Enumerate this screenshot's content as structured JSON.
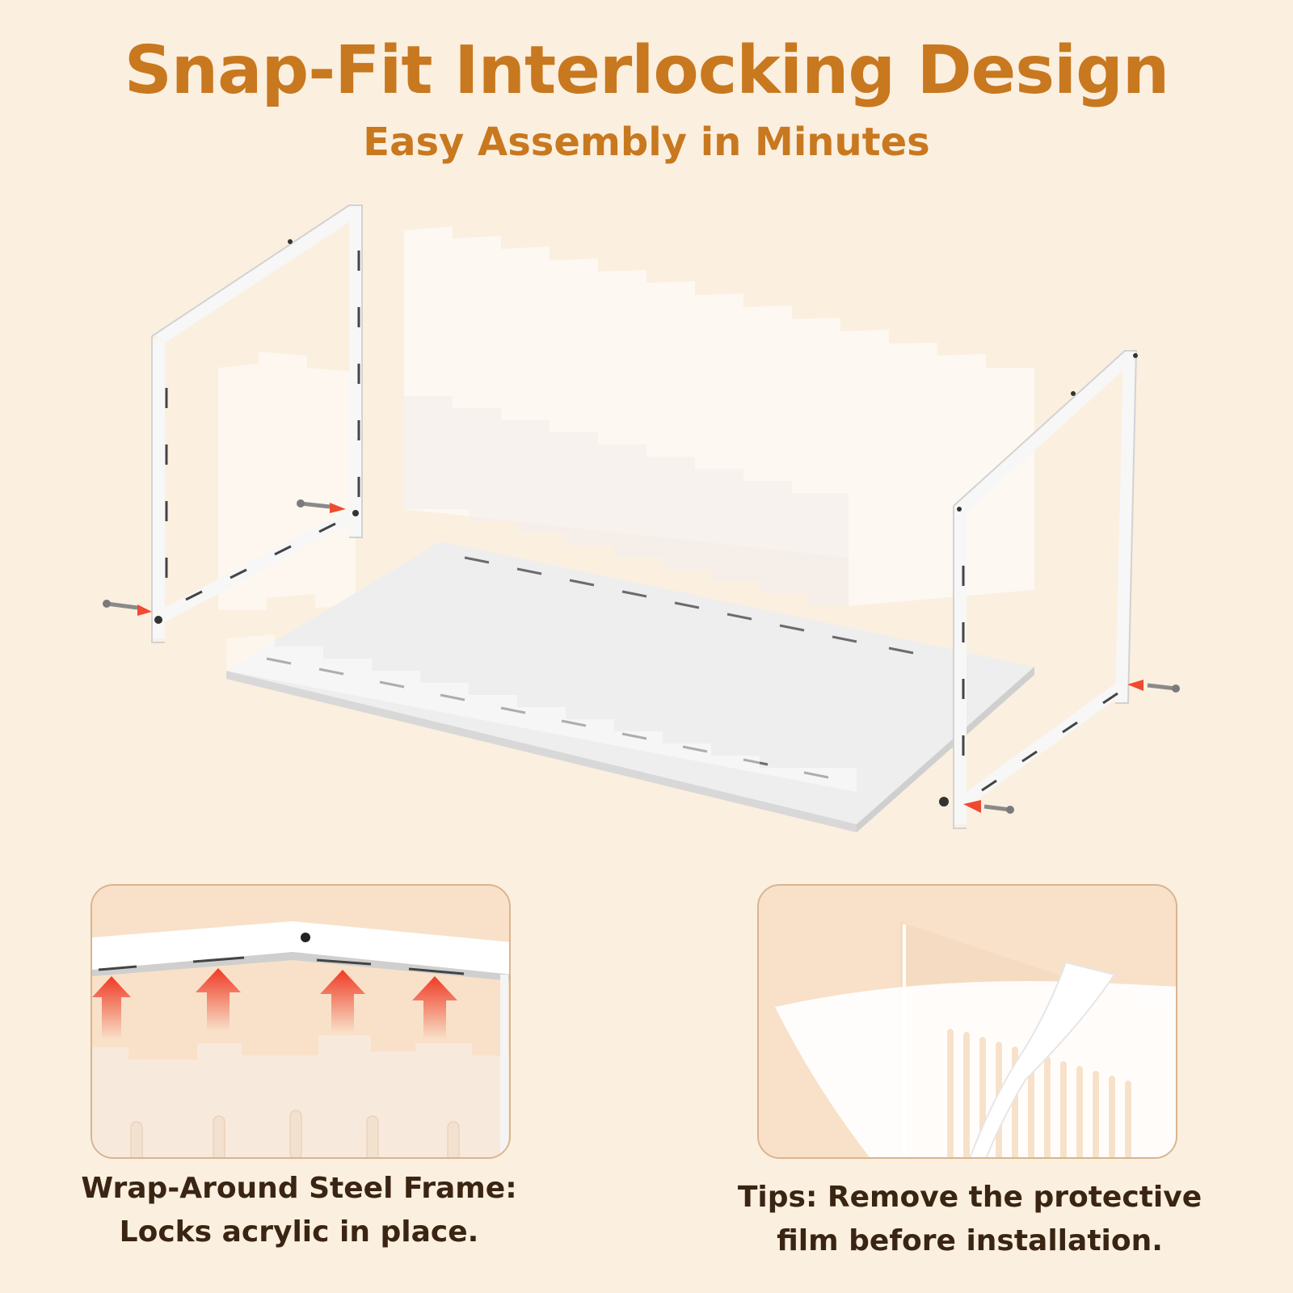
{
  "header": {
    "title": "Snap-Fit Interlocking Design",
    "subtitle": "Easy Assembly in Minutes"
  },
  "colors": {
    "background": "#fbefdf",
    "accent": "#c8781f",
    "caption_text": "#3a2412",
    "arrow": "#ef4a32"
  },
  "features": [
    {
      "image": "steel-frame-closeup",
      "caption_line1": "Wrap-Around Steel Frame:",
      "caption_line2": "Locks acrylic in place."
    },
    {
      "image": "protective-film-peel",
      "caption_line1": "Tips: Remove the protective",
      "caption_line2": "film before installation."
    }
  ]
}
